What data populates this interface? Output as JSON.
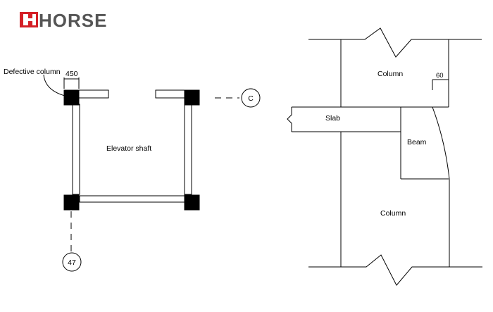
{
  "logo": {
    "text": "HORSE",
    "colors": {
      "mark": "#d42027",
      "letters": "#555555"
    }
  },
  "plan": {
    "defective_label": "Defective column",
    "dimension": "450",
    "shaft_label": "Elevator shaft",
    "grid_c": "C",
    "grid_47": "47"
  },
  "section": {
    "top_column_label": "Column",
    "bottom_column_label": "Column",
    "slab_label": "Slab",
    "beam_label": "Beam",
    "dimension": "60"
  },
  "colors": {
    "line": "#000000",
    "fill": "#000000",
    "background": "#ffffff"
  }
}
